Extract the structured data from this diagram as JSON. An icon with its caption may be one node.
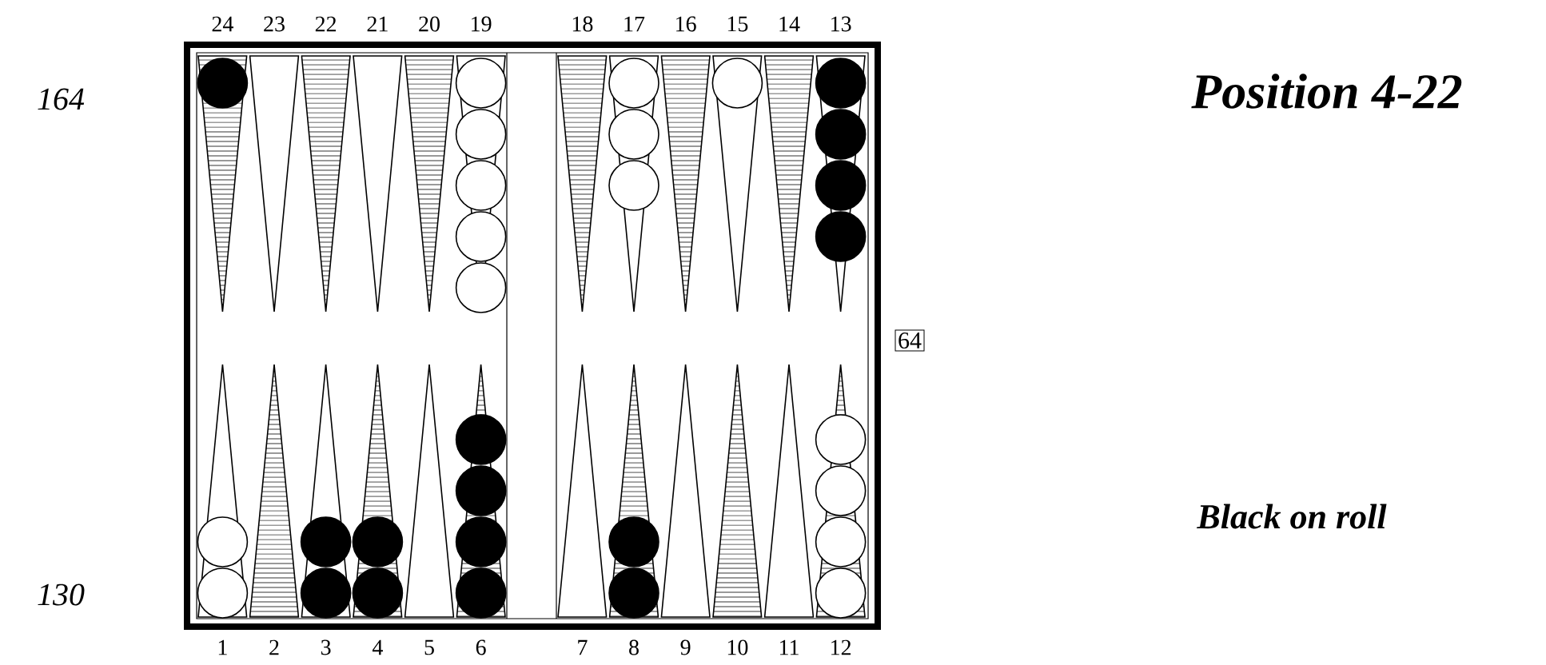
{
  "diagram": {
    "title": "Position 4-22",
    "nodes": [
      {
        "text": [
          "64"
        ]
      }
    ],
    "labels": [
      "24",
      "23",
      "22",
      "21",
      "20",
      "19",
      "18",
      "17",
      "16",
      "15",
      "14",
      "13",
      "164",
      "Black on roll",
      "130",
      "1",
      "2",
      "3",
      "4",
      "5",
      "6",
      "7",
      "8",
      "9",
      "10",
      "11",
      "12"
    ]
  }
}
